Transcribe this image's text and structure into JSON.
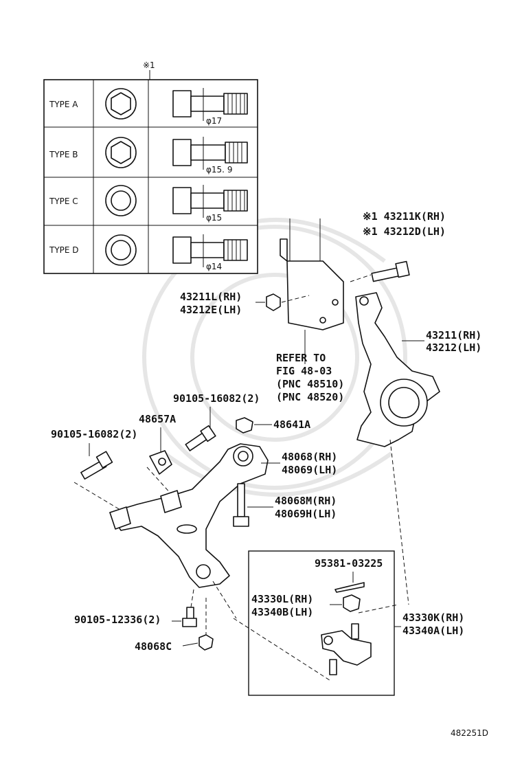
{
  "diagram_id": "482251D",
  "type_table": {
    "header_mark": "※1",
    "rows": [
      {
        "type": "TYPE A",
        "dim": "φ17"
      },
      {
        "type": "TYPE B",
        "dim": "φ15. 9"
      },
      {
        "type": "TYPE C",
        "dim": "φ15"
      },
      {
        "type": "TYPE D",
        "dim": "φ14"
      }
    ]
  },
  "labels": {
    "bolt_rh": "※1 43211K(RH)",
    "bolt_lh": "※1 43212D(LH)",
    "nut_rh": "43211L(RH)",
    "nut_lh": "43212E(LH)",
    "knuckle_rh": "43211(RH)",
    "knuckle_lh": "43212(LH)",
    "refer_1": "REFER TO",
    "refer_2": "FIG 48-03",
    "refer_3": "(PNC 48510)",
    "refer_4": "(PNC 48520)",
    "bolt_upper_right": "90105-16082(2)",
    "nut_48641a": "48641A",
    "bracket_48657a": "48657A",
    "bolt_left": "90105-16082(2)",
    "arm_rh": "48068(RH)",
    "arm_lh": "48069(LH)",
    "bushing_bolt_rh": "48068M(RH)",
    "bushing_bolt_lh": "48069H(LH)",
    "cotter_pin": "95381-03225",
    "ball_nut_rh": "43330L(RH)",
    "ball_nut_lh": "43340B(LH)",
    "ball_joint_rh": "43330K(RH)",
    "ball_joint_lh": "43340A(LH)",
    "bolt_lower": "90105-12336(2)",
    "nut_48068c": "48068C"
  }
}
